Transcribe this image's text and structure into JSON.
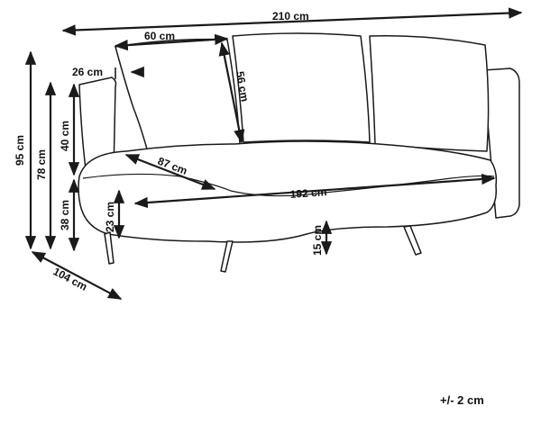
{
  "dimensions": {
    "total_width": "210 cm",
    "cushion_width": "60 cm",
    "cushion_height": "56 cm",
    "armrest_width": "26 cm",
    "total_height": "95 cm",
    "armrest_height": "78 cm",
    "backrest_above_seat": "40 cm",
    "seat_height": "38 cm",
    "seat_thickness": "23 cm",
    "seat_depth": "87 cm",
    "seat_width": "192 cm",
    "leg_height": "15 cm",
    "total_depth": "104 cm"
  },
  "tolerance": "+/- 2 cm"
}
